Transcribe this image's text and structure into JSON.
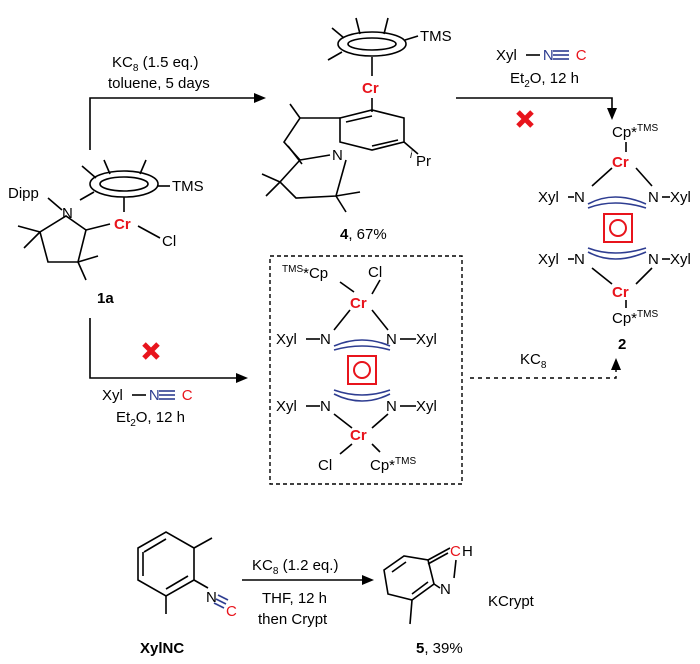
{
  "compounds": {
    "c1a": {
      "label": "1a",
      "cp_sub": "TMS",
      "metal": "Cr",
      "cl": "Cl",
      "aryl": "Dipp",
      "n": "N"
    },
    "c4": {
      "label": "4",
      "yield": ", 67%",
      "cp_sub": "TMS",
      "metal": "Cr",
      "n": "N",
      "ipr_prefix": "i",
      "ipr": "Pr"
    },
    "c2": {
      "label": "2",
      "cp_top": "Cp*",
      "cp_sup": "TMS",
      "metal": "Cr",
      "xyl": "Xyl",
      "n": "N"
    },
    "dimer": {
      "cp_left_sup": "TMS",
      "cp_left": "*Cp",
      "cl": "Cl",
      "metal": "Cr",
      "xyl": "Xyl",
      "n": "N",
      "cp_bottom": "Cp*",
      "cp_bottom_sup": "TMS"
    },
    "xylnc": {
      "label": "XylNC",
      "n": "N",
      "c": "C"
    },
    "c5": {
      "label": "5",
      "yield": ", 39%",
      "n": "N",
      "c": "C",
      "h": "H",
      "kcrypt": "KCrypt"
    }
  },
  "arrows": {
    "top": {
      "line1": "KC",
      "line1_sub": "8",
      "line1_tail": " (1.5 eq.)",
      "line2": "toluene, 5 days"
    },
    "top_right": {
      "reagent": "Xyl",
      "n": "N",
      "c": "C",
      "cond": "Et",
      "cond_sub": "2",
      "cond_tail": "O, 12 h"
    },
    "lower": {
      "reagent": "Xyl",
      "n": "N",
      "c": "C",
      "cond": "Et",
      "cond_sub": "2",
      "cond_tail": "O, 12 h"
    },
    "dashed": {
      "reagent": "KC",
      "reagent_sub": "8"
    },
    "bottom": {
      "line1": "KC",
      "line1_sub": "8",
      "line1_tail": " (1.2 eq.)",
      "line2": "THF, 12 h",
      "line3": "then Crypt"
    }
  },
  "colors": {
    "red": "#e8141c",
    "blue": "#2e3d91"
  }
}
